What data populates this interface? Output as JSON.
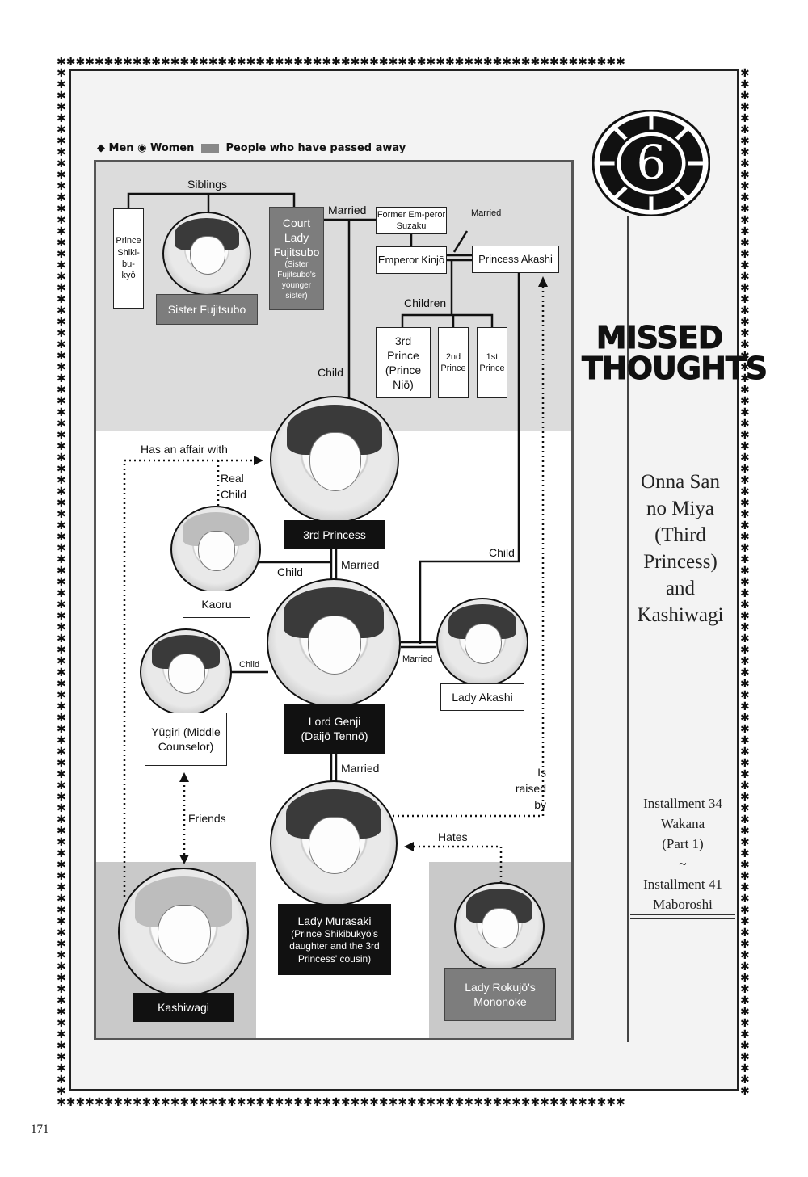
{
  "legend": {
    "men": "◆ Men",
    "women": "◉ Women",
    "passed": "People who have passed away"
  },
  "emblem_number": "6",
  "title_lines": [
    "MISSED",
    "THOUGHTS"
  ],
  "subtitle_lines": [
    "Onna San",
    "no Miya",
    "(Third",
    "Princess)",
    "and",
    "Kashiwagi"
  ],
  "installment": [
    "Installment 34",
    "Wakana",
    "(Part 1)",
    "~",
    "Installment 41",
    "Maboroshi"
  ],
  "page_number": "171",
  "relations": {
    "siblings": "Siblings",
    "married1": "Married",
    "married_small": "Married",
    "children": "Children",
    "child1": "Child",
    "affair": "Has an affair with",
    "real_child": "Real Child",
    "child_kaoru": "Child",
    "married_3rd": "Married",
    "child_akashi": "Child",
    "child_yugiri": "Child",
    "married_akashi": "Married",
    "married_murasaki": "Married",
    "raised_by": "Is raised by",
    "friends": "Friends",
    "hates": "Hates"
  },
  "people": {
    "prince_shikibukyo": "Prince Shiki-bu-kyō",
    "sister_fujitsubo": "Sister Fujitsubo",
    "court_lady_fujitsubo": "Court Lady Fujitsubo",
    "court_lady_note": "(Sister Fujitsubo's younger sister)",
    "former_emperor": "Former Em-peror Suzaku",
    "emperor_kinjo": "Emperor Kinjō",
    "princess_akashi": "Princess Akashi",
    "third_prince": "3rd Prince (Prince Niō)",
    "second_prince": "2nd Prince",
    "first_prince": "1st Prince",
    "third_princess": "3rd Princess",
    "kaoru": "Kaoru",
    "lord_genji": "Lord Genji",
    "lord_genji_note": "(Daijō Tennō)",
    "yugiri": "Yūgiri (Middle Counselor)",
    "lady_akashi": "Lady Akashi",
    "lady_murasaki": "Lady Murasaki",
    "lady_murasaki_note": "(Prince Shikibukyō's daughter and the 3rd Princess' cousin)",
    "kashiwagi": "Kashiwagi",
    "rokujo": "Lady Rokujō's Mononoke"
  }
}
